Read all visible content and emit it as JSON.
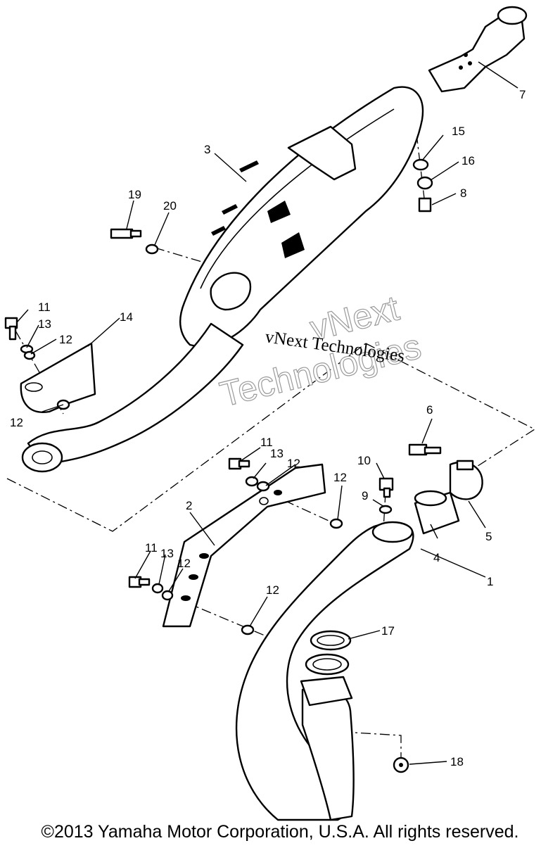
{
  "callouts": [
    "1",
    "2",
    "3",
    "4",
    "5",
    "6",
    "7",
    "8",
    "9",
    "10",
    "11",
    "12",
    "13",
    "14",
    "15",
    "16",
    "17",
    "18",
    "19",
    "20"
  ],
  "watermark": {
    "line1": "vNext",
    "line2": "Technologies",
    "line3": "vNext Technologies"
  },
  "copyright": "©2013 Yamaha Motor Corporation, U.S.A. All rights reserved."
}
